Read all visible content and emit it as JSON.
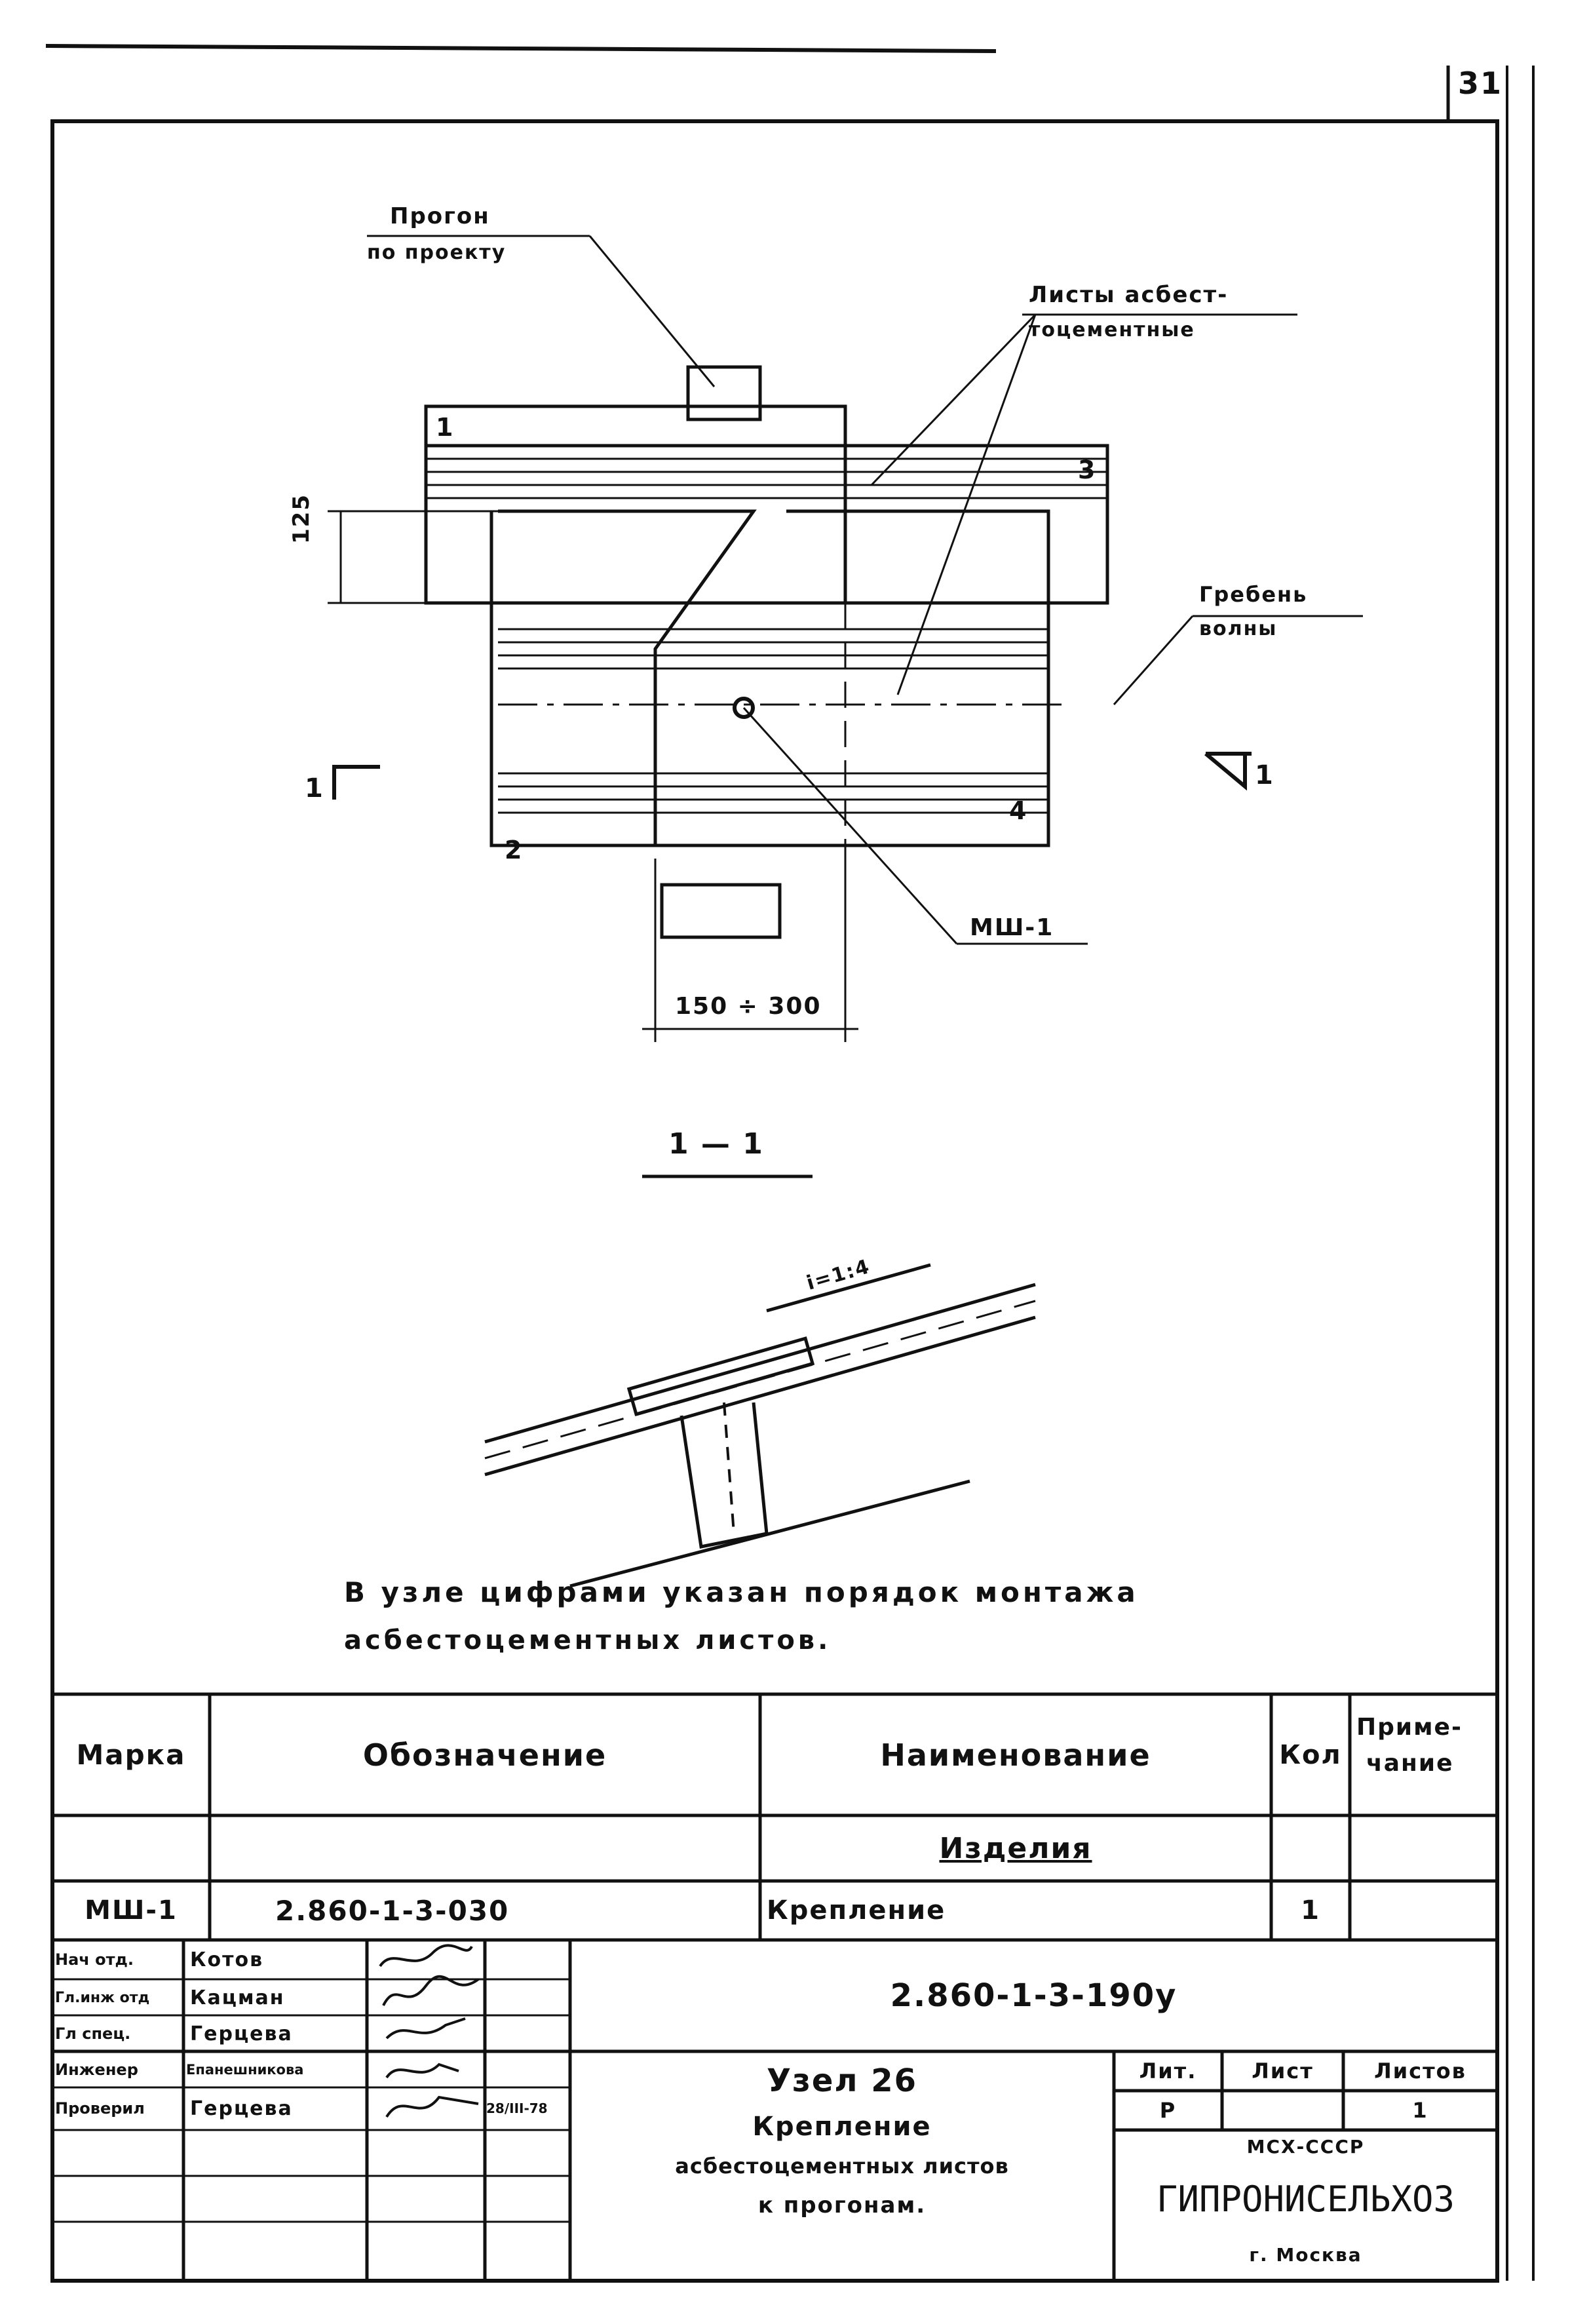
{
  "sheet": {
    "number": "31"
  },
  "drawing": {
    "callouts": {
      "purlin_line1": "Прогон",
      "purlin_line2": "по проекту",
      "sheets_line1": "Листы асбест-",
      "sheets_line2": "тоцементные",
      "ridge_line1": "Гребень",
      "ridge_line2": "волны",
      "fastener": "МШ-1"
    },
    "numbers": {
      "n1": "1",
      "n2": "2",
      "n3": "3",
      "n4": "4"
    },
    "dimensions": {
      "dim_125": "125",
      "dim_width": "150 ÷ 300"
    },
    "section_marks": {
      "left": "1",
      "right": "1"
    },
    "section_title": "1 — 1",
    "slope_label": "i=1:4"
  },
  "note": {
    "line1": "В узле цифрами указан порядок монтажа",
    "line2": "асбестоцементных листов."
  },
  "spec_table": {
    "headers": {
      "mark": "Марка",
      "designation": "Обозначение",
      "name": "Наименование",
      "qty": "Кол",
      "remark_line1": "Приме-",
      "remark_line2": "чание"
    },
    "group_label": "Изделия",
    "rows": [
      {
        "mark": "МШ-1",
        "designation": "2.860-1-3-030",
        "name": "Крепление",
        "qty": "1"
      }
    ]
  },
  "title_block": {
    "staff": [
      {
        "role": "Нач отд.",
        "name": "Котов",
        "date": ""
      },
      {
        "role": "Гл.инж отд",
        "name": "Кацман",
        "date": ""
      },
      {
        "role": "Гл спец.",
        "name": "Герцева",
        "date": ""
      },
      {
        "role": "Инженер",
        "name": "Епанешникова",
        "date": ""
      },
      {
        "role": "Проверил",
        "name": "Герцева",
        "date": "28/III-78"
      }
    ],
    "doc_code": "2.860-1-3-190у",
    "title_line1": "Узел 26",
    "title_line2": "Крепление",
    "title_line3": "асбестоцементных листов",
    "title_line4": "к прогонам.",
    "stage_header": "Лит.",
    "sheet_header": "Лист",
    "sheets_header": "Листов",
    "stage": "Р",
    "sheet": "",
    "sheets": "1",
    "ministry": "МСХ-СССР",
    "org": "ГИПРОНИСЕЛЬХОЗ",
    "city": "г. Москва"
  }
}
